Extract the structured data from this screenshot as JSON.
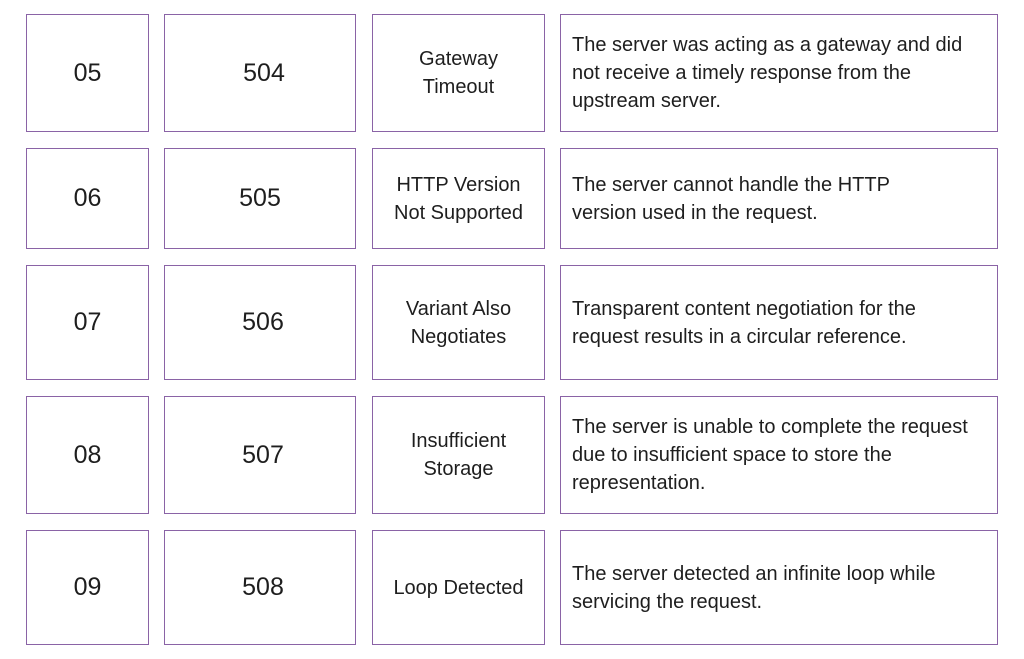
{
  "rows": [
    {
      "index": "05",
      "code": "504",
      "name": "Gateway Timeout",
      "description": "The server was acting as a gateway and did not receive a timely response from the upstream server."
    },
    {
      "index": "06",
      "code": "505",
      "name": "HTTP Version Not Supported",
      "description": "The server cannot handle the HTTP version used in the request."
    },
    {
      "index": "07",
      "code": "506",
      "name": "Variant Also Negotiates",
      "description": "Transparent content negotiation for the request results in a circular reference."
    },
    {
      "index": "08",
      "code": "507",
      "name": "Insufficient Storage",
      "description": "The server is unable to complete the request due to insufficient space to store the representation."
    },
    {
      "index": "09",
      "code": "508",
      "name": "Loop Detected",
      "description": "The server detected an infinite loop while servicing the request."
    }
  ]
}
